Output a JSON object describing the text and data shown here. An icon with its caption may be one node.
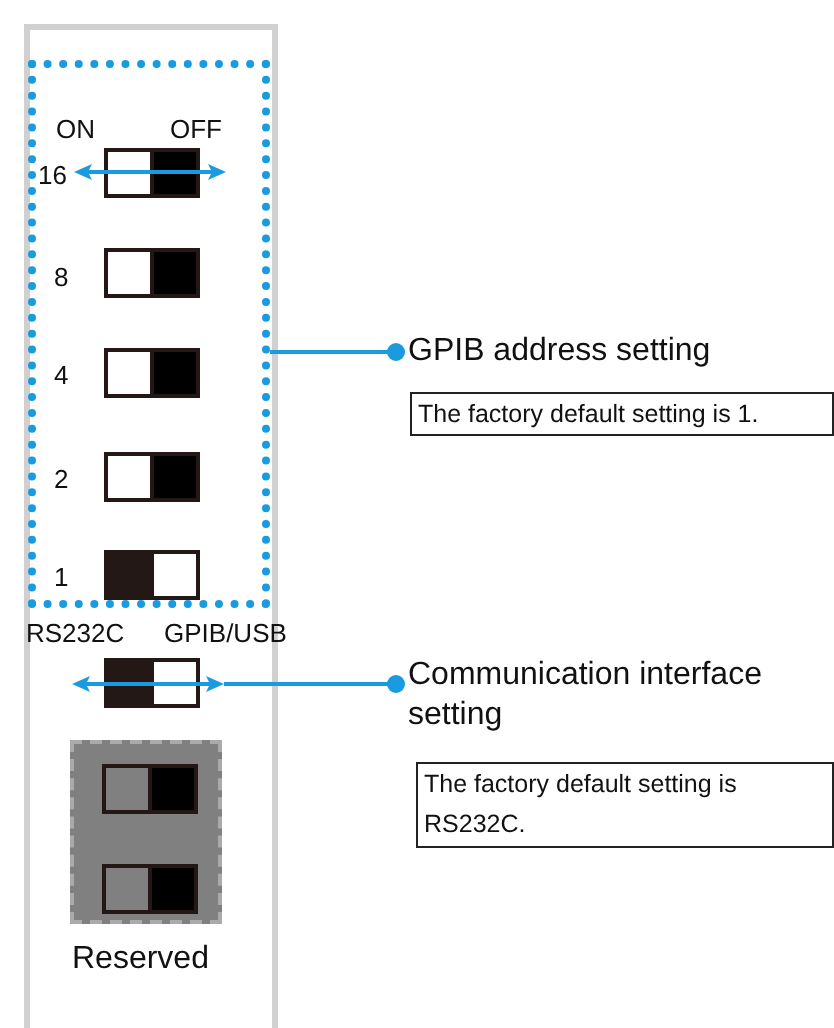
{
  "diagram": {
    "nodes": [
      {
        "text": [],
        "shape": "box"
      },
      {
        "text": [
          "GPIB address setting"
        ]
      },
      {
        "text": [
          "The factory default setting is 1."
        ]
      },
      {
        "text": [],
        "shape": "box"
      },
      {
        "text": [
          "Communication interface setting"
        ]
      },
      {
        "text": [
          "The factory default setting is RS232C."
        ]
      },
      {
        "text": [
          "Reserved"
        ]
      }
    ],
    "edges": [
      {
        "from": 1,
        "to": 0,
        "arrow": "other",
        "color": "#1a9be0"
      },
      {
        "from": 4,
        "to": 3,
        "arrow": "other",
        "color": "#1a9be0"
      }
    ],
    "labels": [
      "ON",
      "OFF",
      "16",
      "8",
      "4",
      "2",
      "1",
      "RS232C",
      "GPIB/USB"
    ]
  }
}
